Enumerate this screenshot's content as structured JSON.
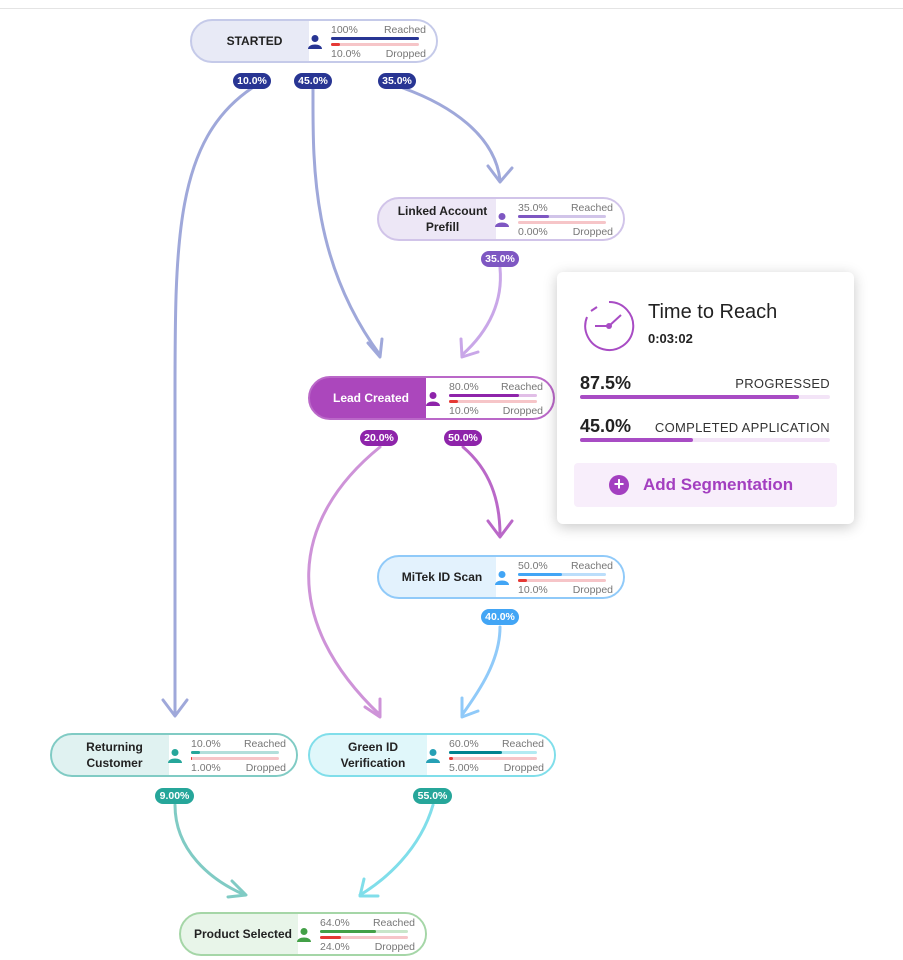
{
  "colors": {
    "navy": "#283593",
    "periwinkle": "#9fa8da",
    "lavender": "#c9a7e8",
    "purple": "#ab47bc",
    "light_blue": "#42a5f5",
    "cyan": "#26c6da",
    "teal": "#26a69a",
    "green": "#66bb6a",
    "dropped_red": "#e53935"
  },
  "nodes": {
    "started": {
      "label": "STARTED",
      "reached": "100%",
      "dropped": "10.0%",
      "reached_label": "Reached",
      "dropped_label": "Dropped",
      "reached_frac": 1.0,
      "dropped_frac": 0.1,
      "icon": "user-icon"
    },
    "linked_account": {
      "label": "Linked Account Prefill",
      "reached": "35.0%",
      "dropped": "0.00%",
      "reached_label": "Reached",
      "dropped_label": "Dropped",
      "reached_frac": 0.35,
      "dropped_frac": 0.0,
      "icon": "user-icon"
    },
    "lead_created": {
      "label": "Lead Created",
      "reached": "80.0%",
      "dropped": "10.0%",
      "reached_label": "Reached",
      "dropped_label": "Dropped",
      "reached_frac": 0.8,
      "dropped_frac": 0.1,
      "icon": "user-icon"
    },
    "mitek": {
      "label": "MiTek ID Scan",
      "reached": "50.0%",
      "dropped": "10.0%",
      "reached_label": "Reached",
      "dropped_label": "Dropped",
      "reached_frac": 0.5,
      "dropped_frac": 0.1,
      "icon": "user-icon"
    },
    "returning": {
      "label": "Returning Customer",
      "reached": "10.0%",
      "dropped": "1.00%",
      "reached_label": "Reached",
      "dropped_label": "Dropped",
      "reached_frac": 0.1,
      "dropped_frac": 0.01,
      "icon": "user-icon"
    },
    "green_id": {
      "label": "Green ID Verification",
      "reached": "60.0%",
      "dropped": "5.00%",
      "reached_label": "Reached",
      "dropped_label": "Dropped",
      "reached_frac": 0.6,
      "dropped_frac": 0.05,
      "icon": "user-icon"
    },
    "product": {
      "label": "Product Selected",
      "reached": "64.0%",
      "dropped": "24.0%",
      "reached_label": "Reached",
      "dropped_label": "Dropped",
      "reached_frac": 0.64,
      "dropped_frac": 0.24,
      "icon": "user-icon"
    }
  },
  "flows": {
    "started_to_returning": "10.0%",
    "started_to_lead": "45.0%",
    "started_to_linked": "35.0%",
    "linked_to_lead": "35.0%",
    "lead_to_green": "20.0%",
    "lead_to_mitek": "50.0%",
    "mitek_to_green": "40.0%",
    "returning_to_product": "9.00%",
    "green_to_product": "55.0%"
  },
  "time_card": {
    "title": "Time to Reach",
    "time": "0:03:02",
    "icon": "timer-icon",
    "metrics": [
      {
        "value": "87.5%",
        "label": "PROGRESSED",
        "frac": 0.875
      },
      {
        "value": "45.0%",
        "label": "COMPLETED APPLICATION",
        "frac": 0.45
      }
    ],
    "add_button": "Add Segmentation",
    "add_icon": "plus-circle-icon"
  }
}
